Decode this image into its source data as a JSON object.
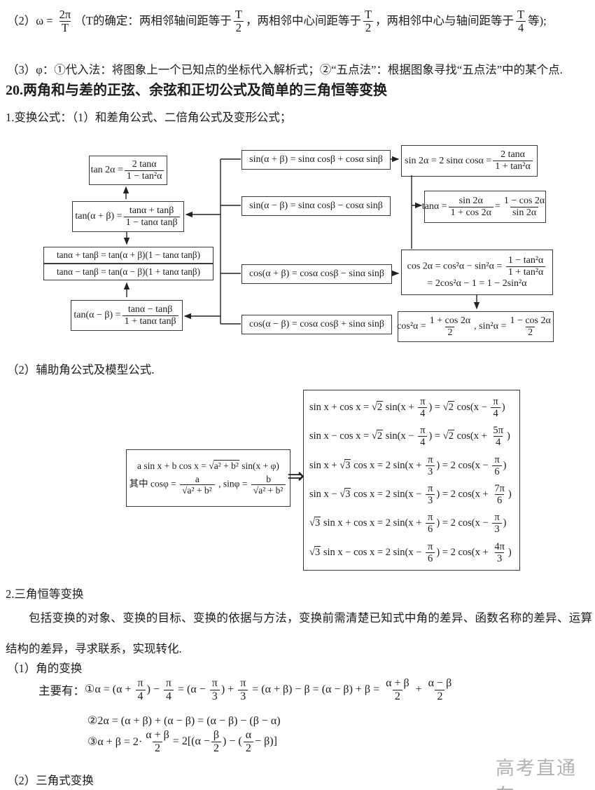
{
  "colors": {
    "border": "#3a3a3a",
    "watermark": "#b4b4b4",
    "text": "#1c1c1c"
  },
  "top": {
    "line2": [
      "（2）ω = ",
      {
        "f": [
          "2π",
          "T"
        ]
      },
      "（T的确定：两相邻轴间距等于",
      {
        "f": [
          "T",
          "2"
        ]
      },
      "，两相邻中心间距等于",
      {
        "f": [
          "T",
          "2"
        ]
      },
      "，两相邻中心与轴间距等于",
      {
        "f": [
          "T",
          "4"
        ]
      },
      "等);"
    ],
    "line3": "（3）φ：①代入法：将图象上一个已知点的坐标代入解析式；②“五点法”：根据图象寻找“五点法”中的某个点.",
    "heading": "20.两角和与差的正弦、余弦和正切公式及简单的三角恒等变换",
    "sub1": "1.变换公式：（1）和差角公式、二倍角公式及变形公式；"
  },
  "flow": {
    "tan2a": [
      "tan 2α = ",
      {
        "f": [
          "2 tanα",
          "1 − tan²α"
        ]
      }
    ],
    "tanapb": [
      "tan(α + β) = ",
      {
        "f": [
          "tanα + tanβ",
          "1 − tanα tanβ"
        ]
      }
    ],
    "sum1": [
      "tanα + tanβ = tan(α + β)(1 − tanα tanβ)"
    ],
    "sum2": [
      "tanα − tanβ = tan(α − β)(1 + tanα tanβ)"
    ],
    "tanamb": [
      "tan(α − β) = ",
      {
        "f": [
          "tanα − tanβ",
          "1 + tanα tanβ"
        ]
      }
    ],
    "sinapb": [
      "sin(α + β) = sinα cosβ + cosα sinβ"
    ],
    "sinamb": [
      "sin(α − β) = sinα cosβ − cosα sinβ"
    ],
    "cosapb": [
      "cos(α + β) = cosα cosβ − sinα sinβ"
    ],
    "cosamb": [
      "cos(α − β) = cosα cosβ + sinα sinβ"
    ],
    "sin2a": [
      "sin 2α = 2 sinα cosα = ",
      {
        "f": [
          "2 tanα",
          "1 + tan²α"
        ]
      }
    ],
    "tana": [
      "tanα = ",
      {
        "f": [
          "sin 2α",
          "1 + cos 2α"
        ]
      },
      " = ",
      {
        "f": [
          "1 − cos 2α",
          "sin 2α"
        ]
      }
    ],
    "cos2a_1": [
      "cos 2α = cos²α − sin²α = ",
      {
        "f": [
          "1 − tan²α",
          "1 + tan²α"
        ]
      }
    ],
    "cos2a_2": [
      "= 2cos²α − 1 = 1 − 2sin²α"
    ],
    "halfangle": [
      "cos²α = ",
      {
        "f": [
          "1 + cos 2α",
          "2"
        ]
      },
      " , sin²α = ",
      {
        "f": [
          "1 − cos 2α",
          "2"
        ]
      }
    ]
  },
  "aux": {
    "label": "（2）辅助角公式及模型公式.",
    "box_line1": [
      "a sin x + b cos x = ",
      {
        "r": "a² + b²"
      },
      " sin(x + φ)"
    ],
    "box_line2": [
      "其中 cosφ = ",
      {
        "f": [
          "a",
          [
            {
              "r": "a² + b²"
            }
          ]
        ]
      },
      " , sinφ = ",
      {
        "f": [
          "b",
          [
            {
              "r": "a² + b²"
            }
          ]
        ]
      }
    ],
    "implies": "⇒",
    "model_lines": [
      [
        "sin x + cos x = ",
        {
          "r": "2"
        },
        " sin(x + ",
        {
          "f": [
            "π",
            "4"
          ]
        },
        ") = ",
        {
          "r": "2"
        },
        " cos(x − ",
        {
          "f": [
            "π",
            "4"
          ]
        },
        ")"
      ],
      [
        "sin x − cos x = ",
        {
          "r": "2"
        },
        " sin(x − ",
        {
          "f": [
            "π",
            "4"
          ]
        },
        ") = ",
        {
          "r": "2"
        },
        " cos(x + ",
        {
          "f": [
            "5π",
            "4"
          ]
        },
        ")"
      ],
      [
        "sin x + ",
        {
          "r": "3"
        },
        " cos x = 2 sin(x + ",
        {
          "f": [
            "π",
            "3"
          ]
        },
        ") = 2 cos(x − ",
        {
          "f": [
            "π",
            "6"
          ]
        },
        ")"
      ],
      [
        "sin x − ",
        {
          "r": "3"
        },
        " cos x = 2 sin(x − ",
        {
          "f": [
            "π",
            "3"
          ]
        },
        ") = 2 cos(x + ",
        {
          "f": [
            "7π",
            "6"
          ]
        },
        ")"
      ],
      [
        {
          "r": "3"
        },
        " sin x + cos x = 2 sin(x + ",
        {
          "f": [
            "π",
            "6"
          ]
        },
        ") = 2 cos(x − ",
        {
          "f": [
            "π",
            "3"
          ]
        },
        ")"
      ],
      [
        {
          "r": "3"
        },
        " sin x − cos x = 2 sin(x − ",
        {
          "f": [
            "π",
            "6"
          ]
        },
        ") = 2 cos(x + ",
        {
          "f": [
            "4π",
            "3"
          ]
        },
        ")"
      ]
    ]
  },
  "section2": {
    "title": "2.三角恒等变换",
    "para": "包括变换的对象、变换的目标、变换的依据与方法，变换前需清楚已知式中角的差异、函数名称的差异、运算结构的差异，寻求联系，实现转化.",
    "sub1": "（1）角的变换",
    "mainly_label": "主要有：",
    "item1": [
      "①α = (α + ",
      {
        "f": [
          "π",
          "4"
        ]
      },
      ") − ",
      {
        "f": [
          "π",
          "4"
        ]
      },
      " = (α − ",
      {
        "f": [
          "π",
          "3"
        ]
      },
      ") + ",
      {
        "f": [
          "π",
          "3"
        ]
      },
      " = (α + β) − β = (α − β) + β = ",
      {
        "f": [
          "α + β",
          "2"
        ]
      },
      " + ",
      {
        "f": [
          "α − β",
          "2"
        ]
      }
    ],
    "item2": [
      "②2α = (α + β) + (α − β) = (α − β) − (β − α)"
    ],
    "item3": [
      "③α + β = 2·",
      {
        "f": [
          "α + β",
          "2"
        ]
      },
      " = 2[(α − ",
      {
        "f": [
          "β",
          "2"
        ]
      },
      ") − (",
      {
        "f": [
          "α",
          "2"
        ]
      },
      " − β)]"
    ],
    "sub2": "（2）三角式变换"
  },
  "watermark": "高考直通车"
}
